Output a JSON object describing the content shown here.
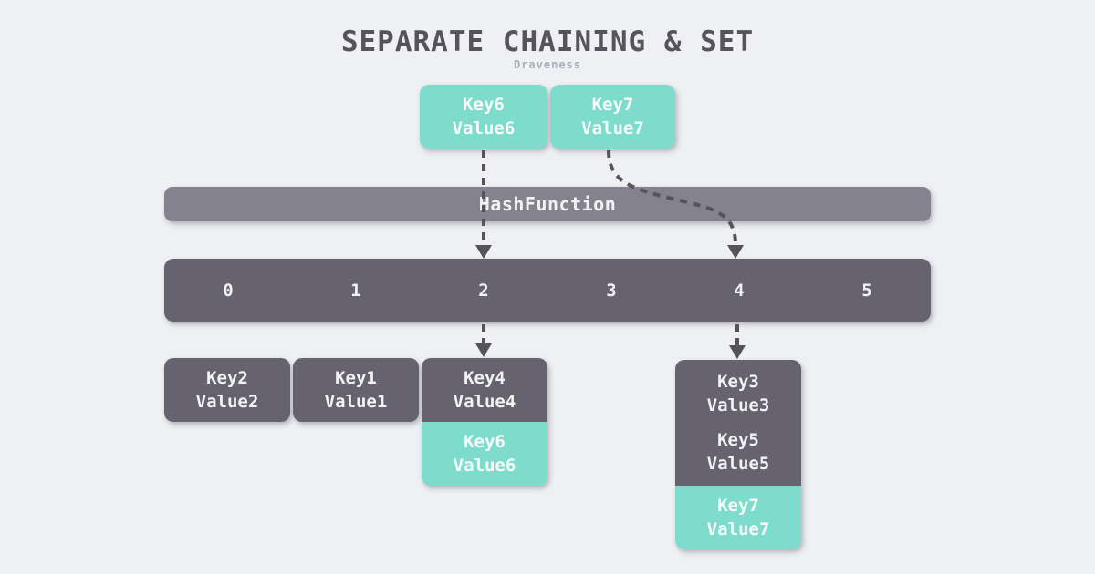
{
  "header": {
    "title": "SEPARATE CHAINING & SET",
    "subtitle": "Draveness"
  },
  "incoming_keys": [
    {
      "key": "Key6",
      "value": "Value6"
    },
    {
      "key": "Key7",
      "value": "Value7"
    }
  ],
  "hash_function": {
    "label": "HashFunction"
  },
  "buckets": [
    "0",
    "1",
    "2",
    "3",
    "4",
    "5"
  ],
  "chains": [
    {
      "bucket": "0",
      "entries": [
        {
          "key": "Key2",
          "value": "Value2",
          "highlight": false
        }
      ]
    },
    {
      "bucket": "1",
      "entries": [
        {
          "key": "Key1",
          "value": "Value1",
          "highlight": false
        }
      ]
    },
    {
      "bucket": "2",
      "entries": [
        {
          "key": "Key4",
          "value": "Value4",
          "highlight": false
        },
        {
          "key": "Key6",
          "value": "Value6",
          "highlight": true
        }
      ]
    },
    {
      "bucket": "4",
      "entries": [
        {
          "key": "Key3",
          "value": "Value3",
          "highlight": false
        },
        {
          "key": "Key5",
          "value": "Value5",
          "highlight": false
        },
        {
          "key": "Key7",
          "value": "Value7",
          "highlight": true
        }
      ]
    }
  ],
  "arrows": [
    {
      "from": "Key6",
      "to_bucket": "2",
      "style": "dashed"
    },
    {
      "from": "Key7",
      "to_bucket": "4",
      "style": "dashed-curve"
    },
    {
      "from_bucket": "2",
      "to_chain": "2",
      "style": "dashed"
    },
    {
      "from_bucket": "4",
      "to_chain": "4",
      "style": "dashed"
    }
  ],
  "colors": {
    "background": "#EFF0F3",
    "highlight_teal": "#7EDCCD",
    "dark_box": "#66636F",
    "hash_bar": "#84828C",
    "arrow": "#56535E",
    "title": "#56535E",
    "subtitle": "#A9AEB8",
    "box_text": "#F2F2F4"
  }
}
